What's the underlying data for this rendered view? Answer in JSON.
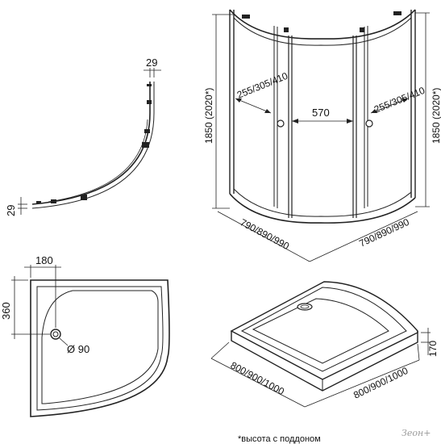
{
  "top_view": {
    "width_label": "29",
    "height_label": "29"
  },
  "front_view": {
    "height_left_label": "1850 (2020*)",
    "height_right_label": "1850 (2020*)",
    "door_left_label": "255/305/410",
    "door_right_label": "255/305/410",
    "opening_label": "570",
    "base_left_label": "790/890/990",
    "base_right_label": "790/890/990"
  },
  "tray_plan": {
    "drain_offset_x_label": "180",
    "drain_offset_y_label": "360",
    "drain_diameter_label": "Ø 90"
  },
  "tray_iso": {
    "height_label": "170",
    "size_left_label": "800/900/1000",
    "size_right_label": "800/900/1000"
  },
  "footnote": "*высота с поддоном",
  "watermark": "Зеон+"
}
